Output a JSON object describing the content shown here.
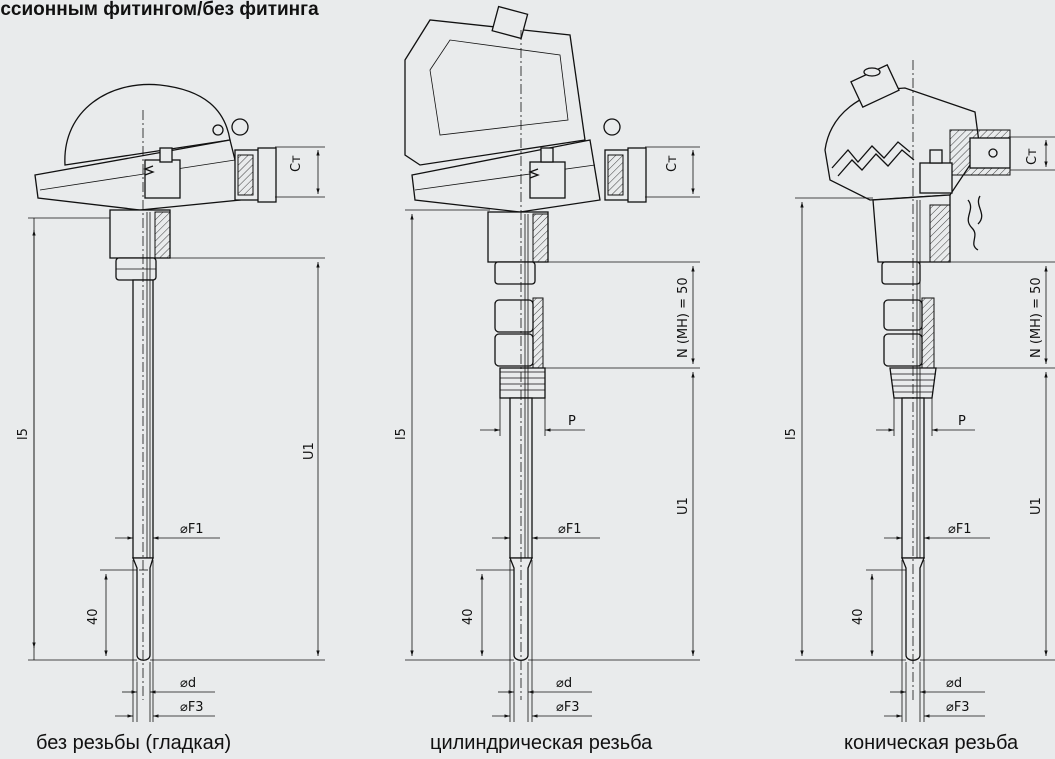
{
  "header": {
    "title": "ессионным фитингом/без фитинга"
  },
  "variants": [
    {
      "caption": "без резьбы (гладкая)"
    },
    {
      "caption": "цилиндрическая резьба"
    },
    {
      "caption": "коническая резьба"
    }
  ],
  "labels": {
    "ct": "Cт",
    "l5": "l5",
    "u1": "U1",
    "f1": "⌀F1",
    "f3": "⌀F3",
    "d": "⌀d",
    "forty": "40",
    "p": "P",
    "n": "N (MH) = 50"
  }
}
